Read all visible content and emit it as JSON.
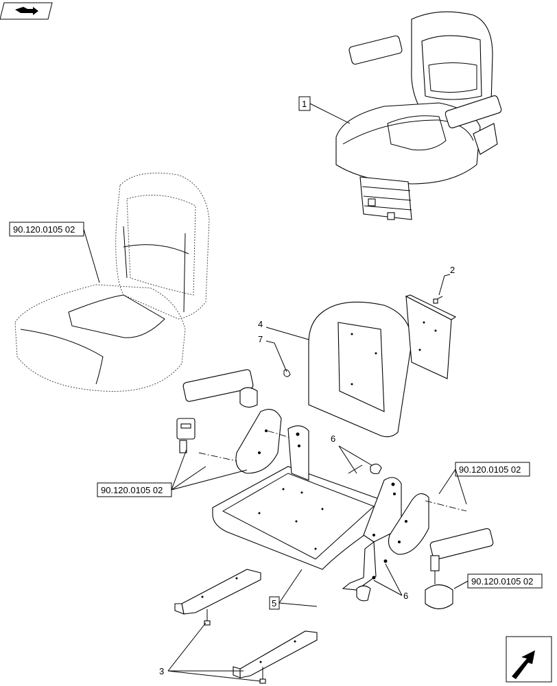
{
  "refs": {
    "seat_assembly": "1",
    "bolt_top": "2",
    "bolts_bottom": "3",
    "cushion": "4",
    "frame": "5",
    "pins_left": "6",
    "pins_right": "6",
    "clip": "7"
  },
  "references": {
    "top_left": "90.120.0105 02",
    "mid_left": "90.120.0105 02",
    "right_armrest": "90.120.0105 02",
    "right_belt": "90.120.0105 02"
  },
  "icons": {
    "top_left": "book-arrow-icon",
    "bottom_right": "next-page-arrow-icon"
  }
}
